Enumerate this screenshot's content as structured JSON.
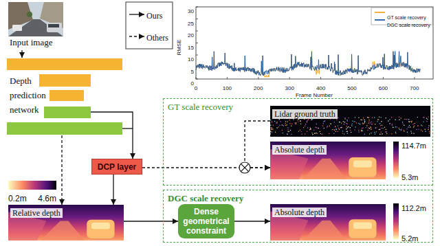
{
  "diagram": {
    "nodes": [
      {
        "text": [
          "Input image"
        ]
      },
      {
        "text": [
          "Depth prediction network"
        ]
      },
      {
        "text": [
          "DCP layer"
        ]
      },
      {
        "text": [
          "Relative depth"
        ]
      },
      {
        "text": [
          "GT scale recovery"
        ]
      },
      {
        "text": [
          "Lidar ground truth"
        ],
        "in": 4
      },
      {
        "text": [
          "Absolute depth"
        ],
        "in": 4
      },
      {
        "text": [
          "DGC scale recovery"
        ]
      },
      {
        "text": [
          "Dense geometrical constraint"
        ],
        "in": 7
      },
      {
        "text": [
          "Absolute depth"
        ],
        "in": 7
      }
    ],
    "edges": [
      {
        "from": 0,
        "to": 1,
        "arrow": "to"
      },
      {
        "from": 1,
        "to": 2,
        "arrow": "to"
      },
      {
        "from": 1,
        "to": 3,
        "arrow": "to"
      },
      {
        "from": 2,
        "to": 3,
        "arrow": "to"
      },
      {
        "from": 2,
        "to": 6,
        "arrow": "to"
      },
      {
        "from": 5,
        "to": 6,
        "arrow": "to"
      },
      {
        "from": 3,
        "to": 8,
        "arrow": "to"
      },
      {
        "from": 8,
        "to": 9,
        "arrow": "to"
      }
    ],
    "labels": [
      "0.2m",
      "4.6m",
      "114.7m",
      "5.3m",
      "112.2m",
      "5.2m",
      "RMSE",
      "Frame Number",
      "0",
      "5",
      "10",
      "15",
      "20",
      "25",
      "30",
      "0",
      "100",
      "200",
      "300",
      "400",
      "500",
      "600",
      "700"
    ],
    "legend": [
      {
        "text": "Ours"
      },
      {
        "text": "Others"
      },
      {
        "text": "GT scale recovery",
        "color": "#f5a623"
      },
      {
        "text": "DGC scale recovery",
        "color": "#1f5aa6"
      }
    ]
  }
}
